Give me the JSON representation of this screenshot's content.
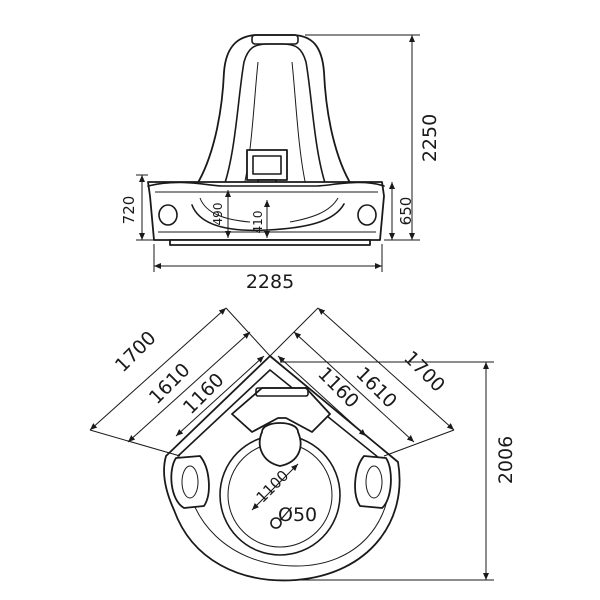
{
  "front_view": {
    "dimensions": {
      "total_height": "2250",
      "width": "2285",
      "tub_height": "720",
      "rim_height": "650",
      "inner_depth": "490",
      "seat_height": "410"
    }
  },
  "top_view": {
    "dimensions": {
      "left_outer": "1700",
      "left_middle": "1610",
      "left_inner": "1160",
      "right_inner": "1160",
      "right_middle": "1610",
      "right_outer": "1700",
      "depth": "2006",
      "bowl": "1100",
      "drain": "Ø50"
    }
  }
}
